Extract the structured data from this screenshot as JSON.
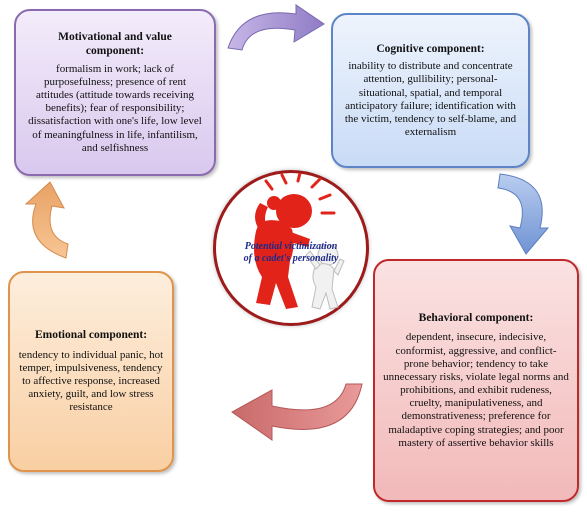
{
  "center": {
    "label_line1": "Potential victimization",
    "label_line2": "of a cadet's personality"
  },
  "motivational": {
    "title_line1": "Motivational and value",
    "title_line2": "component:",
    "body": "formalism in work; lack of purposefulness; presence of rent attitudes (attitude towards receiving benefits); fear of responsibility; dissatisfaction with one's life, low level of meaningfulness in life, infantilism, and selfishness"
  },
  "cognitive": {
    "title": "Cognitive component:",
    "body": "inability to distribute and concentrate attention, gullibility; personal-situational, spatial, and temporal anticipatory failure; identification with the victim, tendency to self-blame, and externalism"
  },
  "emotional": {
    "title": "Emotional component:",
    "body": "tendency to individual panic, hot temper, impulsiveness, tendency to affective response, increased anxiety, guilt, and low stress resistance"
  },
  "behavioral": {
    "title": "Behavioral component:",
    "body": "dependent, insecure, indecisive, conformist, aggressive, and conflict-prone behavior; tendency to take unnecessary risks, violate legal norms and prohibitions, and exhibit rudeness, cruelty, manipulativeness, and demonstrativeness; preference for maladaptive coping strategies; and poor mastery of assertive behavior skills"
  },
  "colors": {
    "motivational": "#8a6bb0",
    "cognitive": "#5d84c6",
    "emotional": "#e0934a",
    "behavioral": "#c0282c",
    "figure": "#e2231a"
  }
}
